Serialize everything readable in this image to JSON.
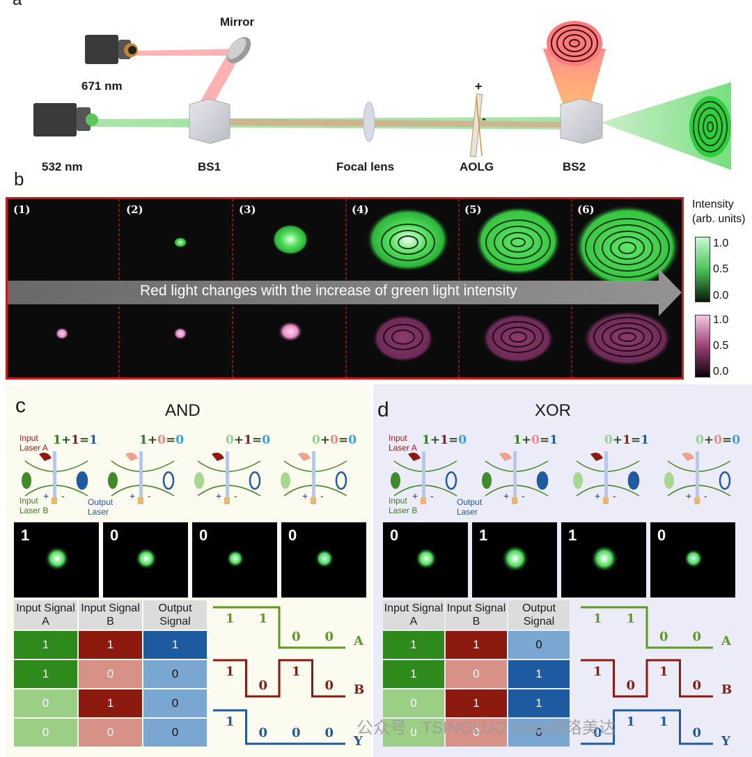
{
  "panel_a": {
    "label": "a",
    "mirror": "Mirror",
    "laser_red": "671 nm",
    "laser_green": "532 nm",
    "bs1": "BS1",
    "focal_lens": "Focal lens",
    "aolg": "AOLG",
    "bs2": "BS2",
    "plus": "+",
    "minus": "-"
  },
  "panel_b": {
    "label": "b",
    "frames": [
      "(1)",
      "(2)",
      "(3)",
      "(4)",
      "(5)",
      "(6)"
    ],
    "arrow_text": "Red light changes with the increase of green light intensity",
    "intensity_title": "Intensity",
    "intensity_units": "(arb. units)",
    "green_scale": [
      "1.0",
      "0.5",
      "0.0"
    ],
    "red_scale": [
      "1.0",
      "0.5",
      "0.0"
    ],
    "colors": {
      "border": "#d01a1a",
      "green": "#3fd34a",
      "pink": "#e889c4"
    }
  },
  "panel_c": {
    "label": "c",
    "title": "AND",
    "eqs": [
      {
        "a": "1",
        "op": "+",
        "b": "1",
        "eq": "=",
        "y": "1"
      },
      {
        "a": "1",
        "op": "+",
        "b": "0",
        "eq": "=",
        "y": "0"
      },
      {
        "a": "0",
        "op": "+",
        "b": "1",
        "eq": "=",
        "y": "0"
      },
      {
        "a": "0",
        "op": "+",
        "b": "0",
        "eq": "=",
        "y": "0"
      }
    ],
    "input_a": "Input Laser A",
    "input_b": "Input Laser B",
    "output": "Output Laser",
    "plus": "+",
    "minus": "-",
    "tiles": [
      "1",
      "0",
      "0",
      "0"
    ],
    "table_headers": [
      "Input Signal A",
      "Input Signal B",
      "Output Signal"
    ],
    "rows": [
      [
        "1",
        "1",
        "1"
      ],
      [
        "1",
        "0",
        "0"
      ],
      [
        "0",
        "1",
        "0"
      ],
      [
        "0",
        "0",
        "0"
      ]
    ],
    "wave": {
      "a": [
        "1",
        "1",
        "0",
        "0"
      ],
      "b": [
        "1",
        "0",
        "1",
        "0"
      ],
      "y": [
        "1",
        "0",
        "0",
        "0"
      ],
      "la": "A",
      "lb": "B",
      "ly": "Y"
    }
  },
  "panel_d": {
    "label": "d",
    "title": "XOR",
    "eqs": [
      {
        "a": "1",
        "op": "+",
        "b": "1",
        "eq": "=",
        "y": "0"
      },
      {
        "a": "1",
        "op": "+",
        "b": "0",
        "eq": "=",
        "y": "1"
      },
      {
        "a": "0",
        "op": "+",
        "b": "1",
        "eq": "=",
        "y": "1"
      },
      {
        "a": "0",
        "op": "+",
        "b": "0",
        "eq": "=",
        "y": "0"
      }
    ],
    "input_a": "Input Laser A",
    "input_b": "Input Laser B",
    "output": "Output Laser",
    "plus": "+",
    "minus": "-",
    "tiles": [
      "0",
      "1",
      "1",
      "0"
    ],
    "table_headers": [
      "Input Signal A",
      "Input Signal B",
      "Output Signal"
    ],
    "rows": [
      [
        "1",
        "1",
        "0"
      ],
      [
        "1",
        "0",
        "1"
      ],
      [
        "0",
        "1",
        "1"
      ],
      [
        "0",
        "0",
        "0"
      ]
    ],
    "wave": {
      "a": [
        "1",
        "1",
        "0",
        "0"
      ],
      "b": [
        "1",
        "0",
        "1",
        "0"
      ],
      "y": [
        "0",
        "1",
        "1",
        "0"
      ],
      "la": "A",
      "lb": "B",
      "ly": "Y"
    }
  },
  "watermark": "公众号 · TSINGLUO Meta清珞美达"
}
